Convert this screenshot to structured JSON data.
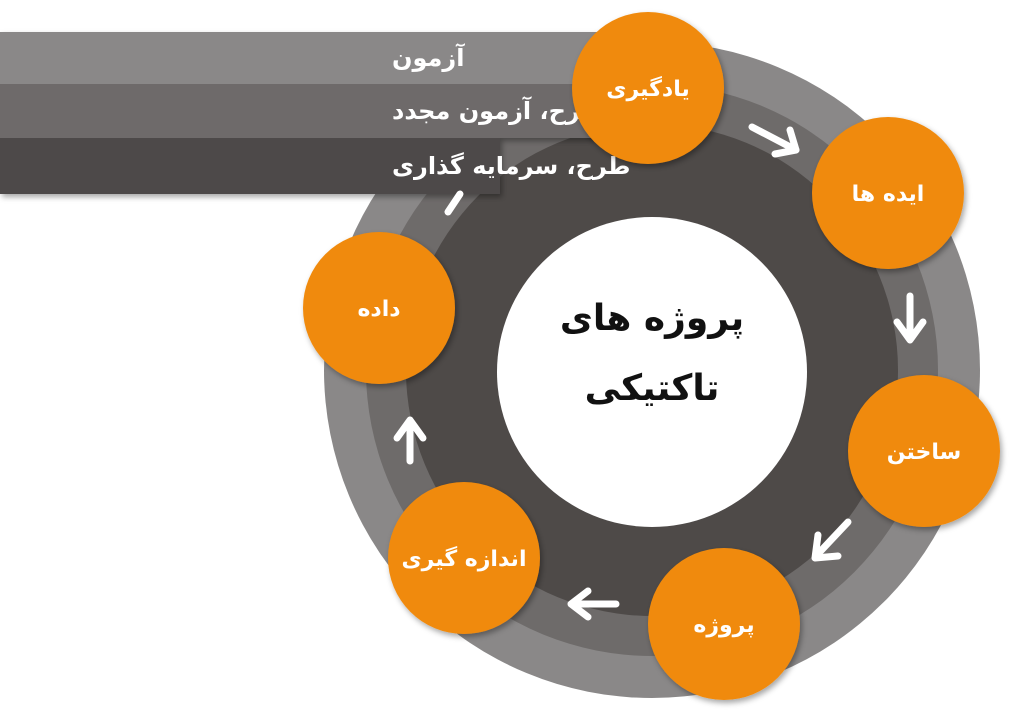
{
  "colors": {
    "outer_ring": "#8a8888",
    "middle_ring": "#6e6b6a",
    "inner_ring": "#4e4a48",
    "center_fill": "#ffffff",
    "node_fill": "#f08a0c",
    "bar_1": "#8a8888",
    "bar_2": "#6e6b6a",
    "bar_3": "#4e4a48",
    "arrow": "#ffffff"
  },
  "bars": [
    {
      "label": "آزمون"
    },
    {
      "label": "طرح، آزمون مجدد"
    },
    {
      "label": "طرح، سرمایه گذاری"
    }
  ],
  "center": {
    "line1": "پروژه های",
    "line2": "تاکتیکی"
  },
  "nodes": [
    {
      "label": "یادگیری"
    },
    {
      "label": "ایده ها"
    },
    {
      "label": "ساختن"
    },
    {
      "label": "پروژه"
    },
    {
      "label": "اندازه گیری"
    },
    {
      "label": "داده"
    }
  ]
}
